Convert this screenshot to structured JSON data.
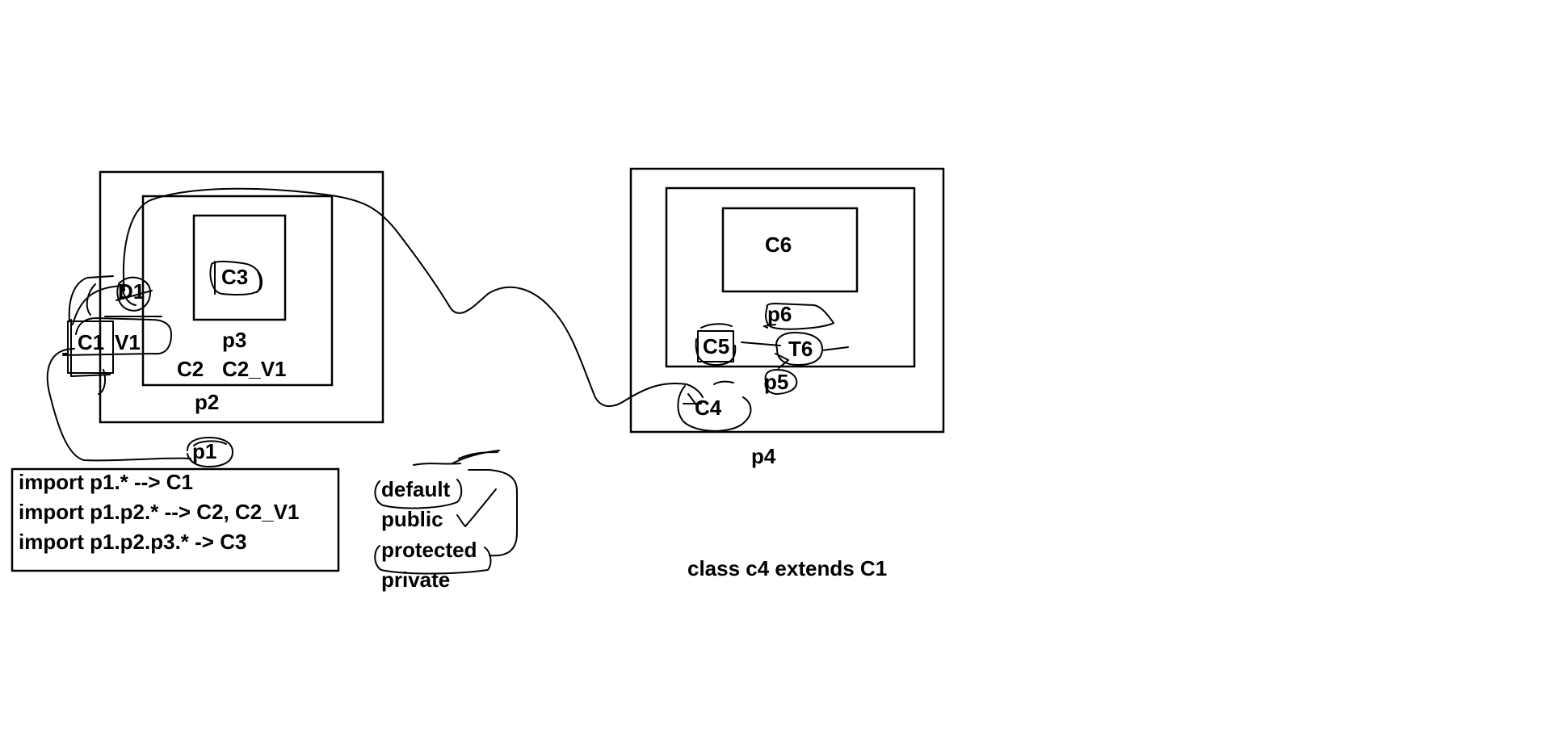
{
  "colors": {
    "ink": "#000000",
    "background": "#ffffff"
  },
  "labels": {
    "c1": "C1",
    "v1": "V1",
    "c2": "C2",
    "c2_v1": "C2_V1",
    "c3": "C3",
    "d1": "D1",
    "p1": "p1",
    "p2": "p2",
    "p3": "p3",
    "c4": "C4",
    "c5": "C5",
    "c6": "C6",
    "t6": "T6",
    "p4": "p4",
    "p5": "p5",
    "p6": "p6"
  },
  "imports": [
    "import p1.* --> C1",
    "import p1.p2.* --> C2, C2_V1",
    "import p1.p2.p3.* -> C3"
  ],
  "modifiers": [
    "default",
    "public",
    "protected",
    "private"
  ],
  "note": "class c4 extends C1"
}
